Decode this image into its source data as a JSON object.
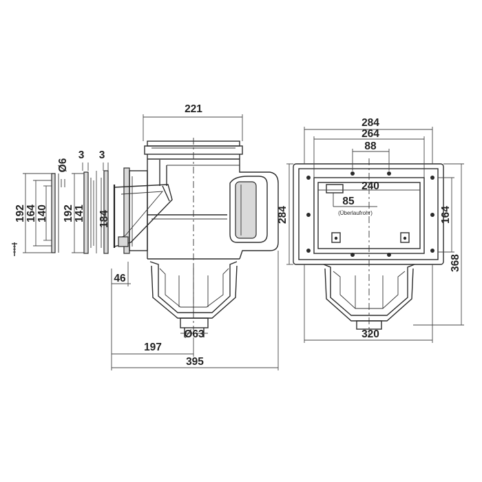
{
  "dimensions": {
    "width_221": "221",
    "dia_6": "Ø6",
    "gasket_thickness_a": "3",
    "gasket_thickness_b": "3",
    "height_192_a": "192",
    "height_164_a": "164",
    "height_140": "140",
    "height_192_b": "192",
    "height_141": "141",
    "height_184": "184",
    "offset_46": "46",
    "dia_63": "Ø63",
    "length_197": "197",
    "length_395": "395",
    "width_284_top": "284",
    "width_264": "264",
    "width_88": "88",
    "height_284_side": "284",
    "width_240": "240",
    "width_85": "85",
    "overflow_note": "(Überlaufrohr)",
    "height_164_b": "164",
    "height_368": "368",
    "width_320": "320"
  },
  "colors": {
    "line": "#2a2a2a",
    "fill": "#d9d9d9",
    "background": "#ffffff"
  }
}
